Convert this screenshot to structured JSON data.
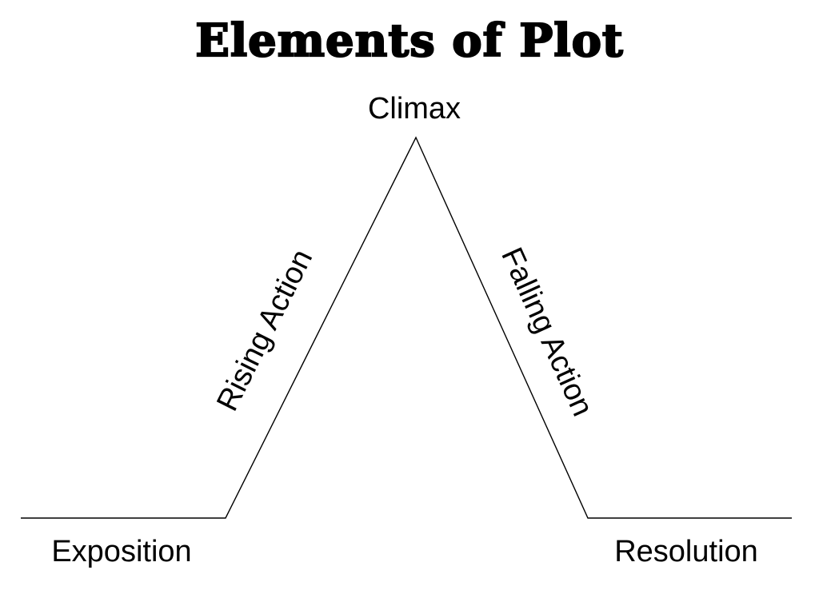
{
  "title": "Elements of Plot",
  "labels": {
    "climax": "Climax",
    "rising_action": "Rising Action",
    "falling_action": "Falling Action",
    "exposition": "Exposition",
    "resolution": "Resolution"
  },
  "colors": {
    "line": "#000000",
    "text": "#000000",
    "background": "#ffffff"
  }
}
